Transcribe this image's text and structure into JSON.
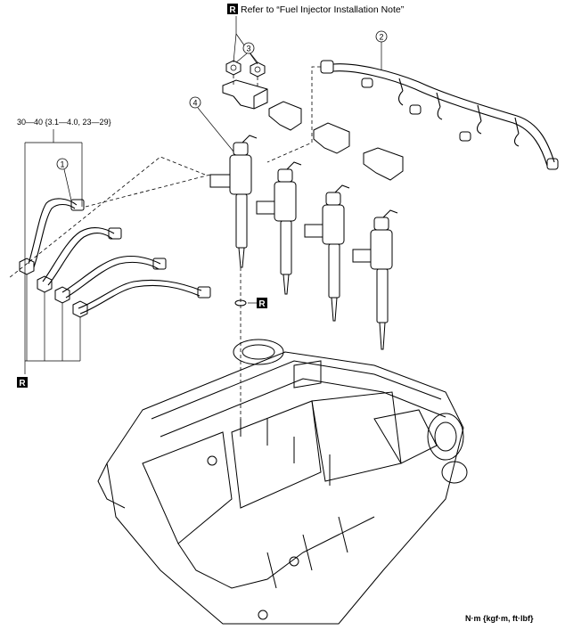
{
  "note": {
    "badge": "R",
    "text": "Refer to “Fuel Injector Installation Note”"
  },
  "torque_spec": "30—40 {3.1—4.0, 23—29}",
  "callouts": [
    "1",
    "2",
    "3",
    "4"
  ],
  "replace_badges": [
    "R",
    "R"
  ],
  "units": "N·m {kgf·m, ft·lbf}",
  "icons": {
    "replace-badge": "black square with white letter R",
    "callout": "circled number"
  }
}
